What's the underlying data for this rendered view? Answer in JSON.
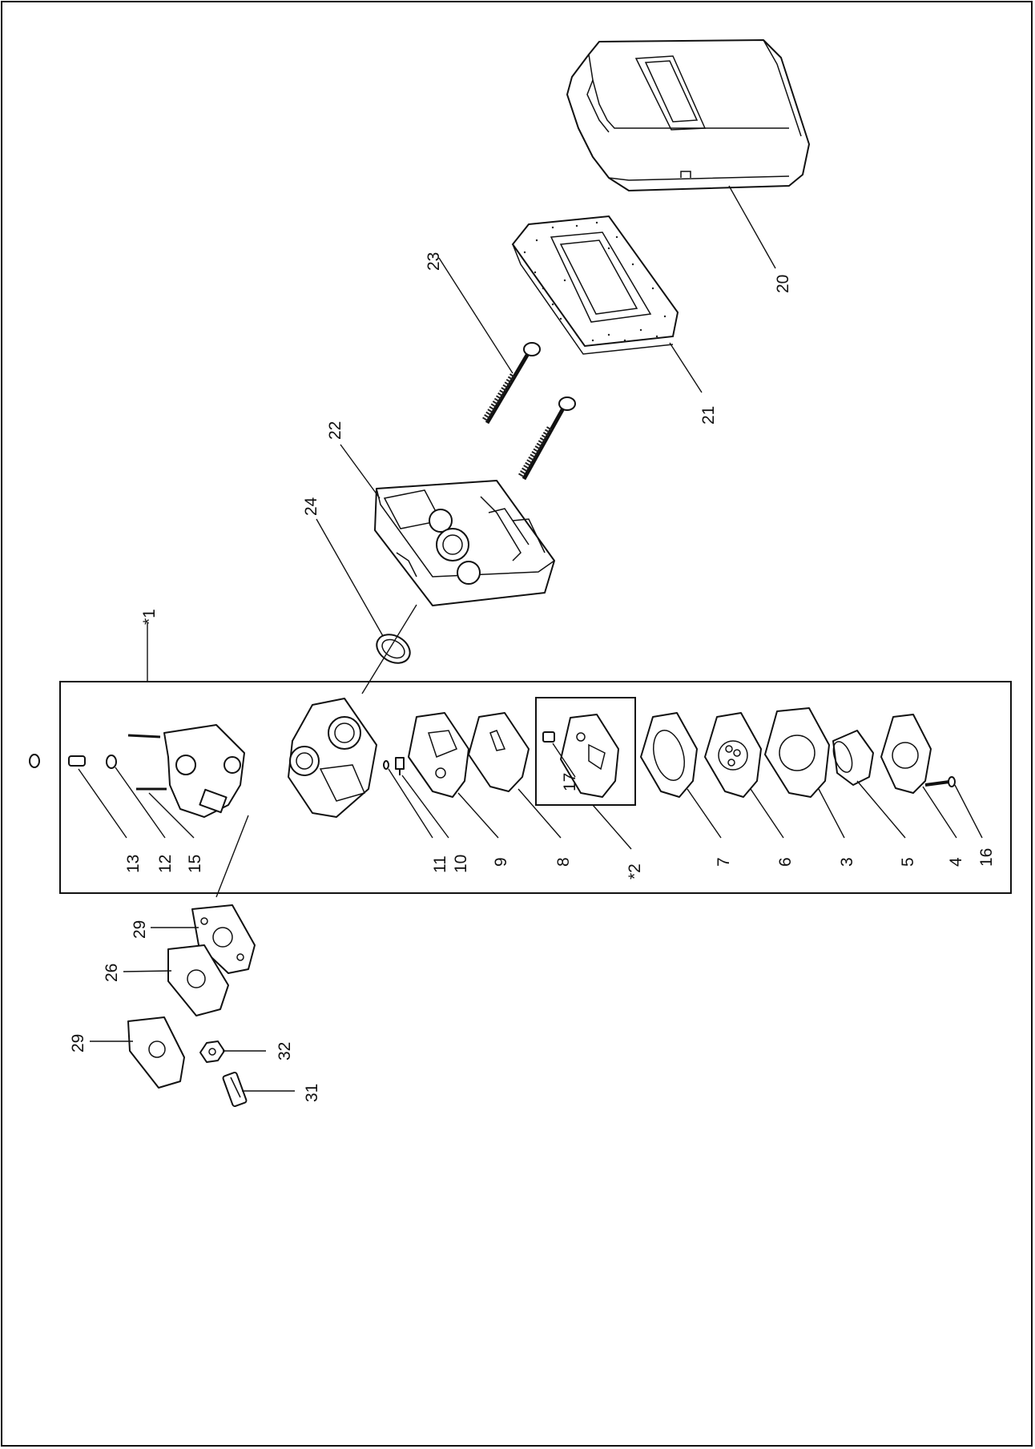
{
  "diagram": {
    "callouts": [
      {
        "id": "c20",
        "text": "20"
      },
      {
        "id": "c21",
        "text": "21"
      },
      {
        "id": "c23",
        "text": "23"
      },
      {
        "id": "c22",
        "text": "22"
      },
      {
        "id": "c24",
        "text": "24"
      },
      {
        "id": "cstar1",
        "text": "*1"
      },
      {
        "id": "c13",
        "text": "13"
      },
      {
        "id": "c12",
        "text": "12"
      },
      {
        "id": "c15",
        "text": "15"
      },
      {
        "id": "c11",
        "text": "11"
      },
      {
        "id": "c10",
        "text": "10"
      },
      {
        "id": "c9",
        "text": "9"
      },
      {
        "id": "c8",
        "text": "8"
      },
      {
        "id": "c17",
        "text": "17"
      },
      {
        "id": "cstar2",
        "text": "*2"
      },
      {
        "id": "c7",
        "text": "7"
      },
      {
        "id": "c6",
        "text": "6"
      },
      {
        "id": "c3",
        "text": "3"
      },
      {
        "id": "c5",
        "text": "5"
      },
      {
        "id": "c4",
        "text": "4"
      },
      {
        "id": "c16",
        "text": "16"
      },
      {
        "id": "c29a",
        "text": "29"
      },
      {
        "id": "c26",
        "text": "26"
      },
      {
        "id": "c29b",
        "text": "29"
      },
      {
        "id": "c32",
        "text": "32"
      },
      {
        "id": "c31",
        "text": "31"
      }
    ]
  }
}
